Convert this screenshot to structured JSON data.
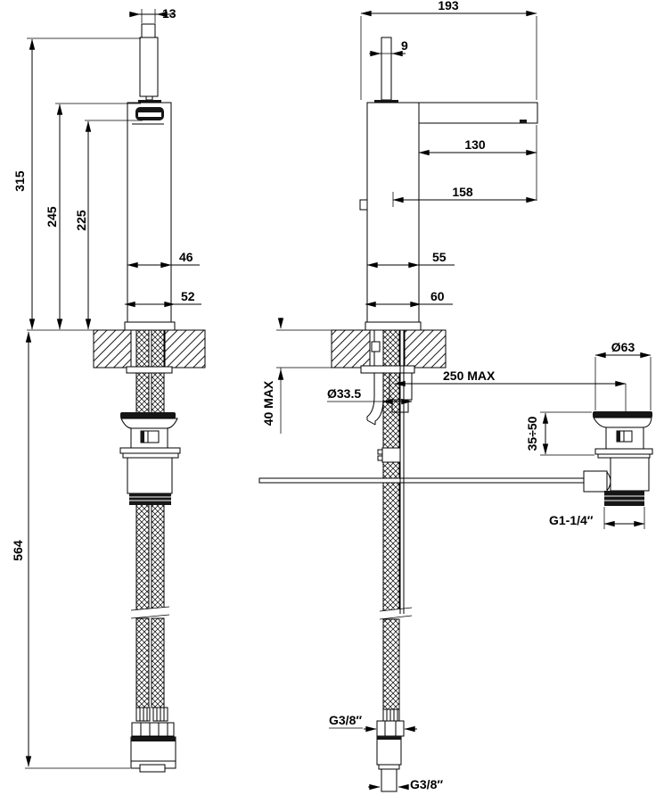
{
  "drawing": {
    "units": "mm",
    "description": "Technical installation drawing of a single-lever basin mixer tap: front view (left), side view (right), pop-up waste and flexible supply hoses",
    "front_view": {
      "handle_width": "13",
      "total_height": "315",
      "upper_height": "245",
      "spout_height": "225",
      "body_width": "46",
      "base_width": "52",
      "hose_length": "564"
    },
    "side_view": {
      "total_depth": "193",
      "lever_thickness": "9",
      "spout_reach": "130",
      "overall_reach": "158",
      "body_depth": "55",
      "base_depth": "60",
      "deck_thickness_max": "40  MAX",
      "shank_diameter": "Ø33.5",
      "rod_reach_max": "250  MAX"
    },
    "waste": {
      "flange_diameter": "Ø63",
      "height_adjust_range": "35÷50",
      "outlet_thread": "G1-1/4″"
    },
    "hoses": {
      "connection_thread": "G3/8″",
      "end_thread": "G3/8″"
    }
  }
}
